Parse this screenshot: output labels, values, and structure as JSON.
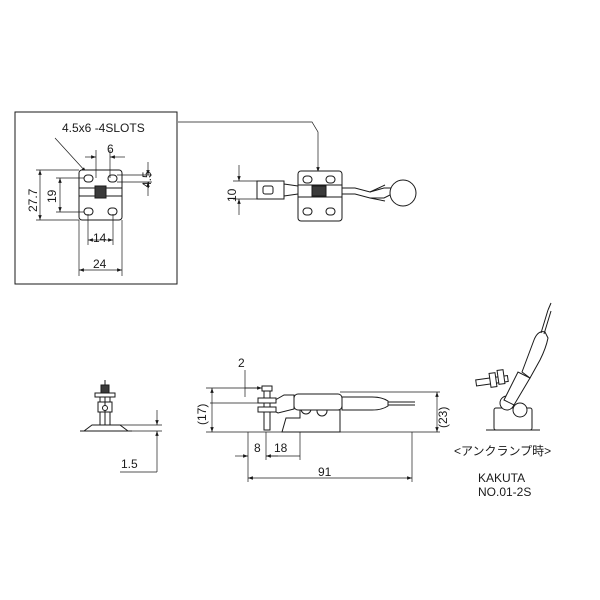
{
  "drawing": {
    "slot_callout": "4.5x6 -4SLOTS",
    "dims": {
      "d6": "6",
      "d4_5": "4.5",
      "d27_7": "27.7",
      "d19": "19",
      "d14": "14",
      "d24": "24",
      "d10": "10",
      "d2": "2",
      "d17": "(17)",
      "d23": "(23)",
      "d8": "8",
      "d18": "18",
      "d91": "91",
      "d1_5": "1.5"
    },
    "unclamp_label": "<アンクランプ時>",
    "maker": "KAKUTA",
    "model": "NO.01-2S"
  }
}
